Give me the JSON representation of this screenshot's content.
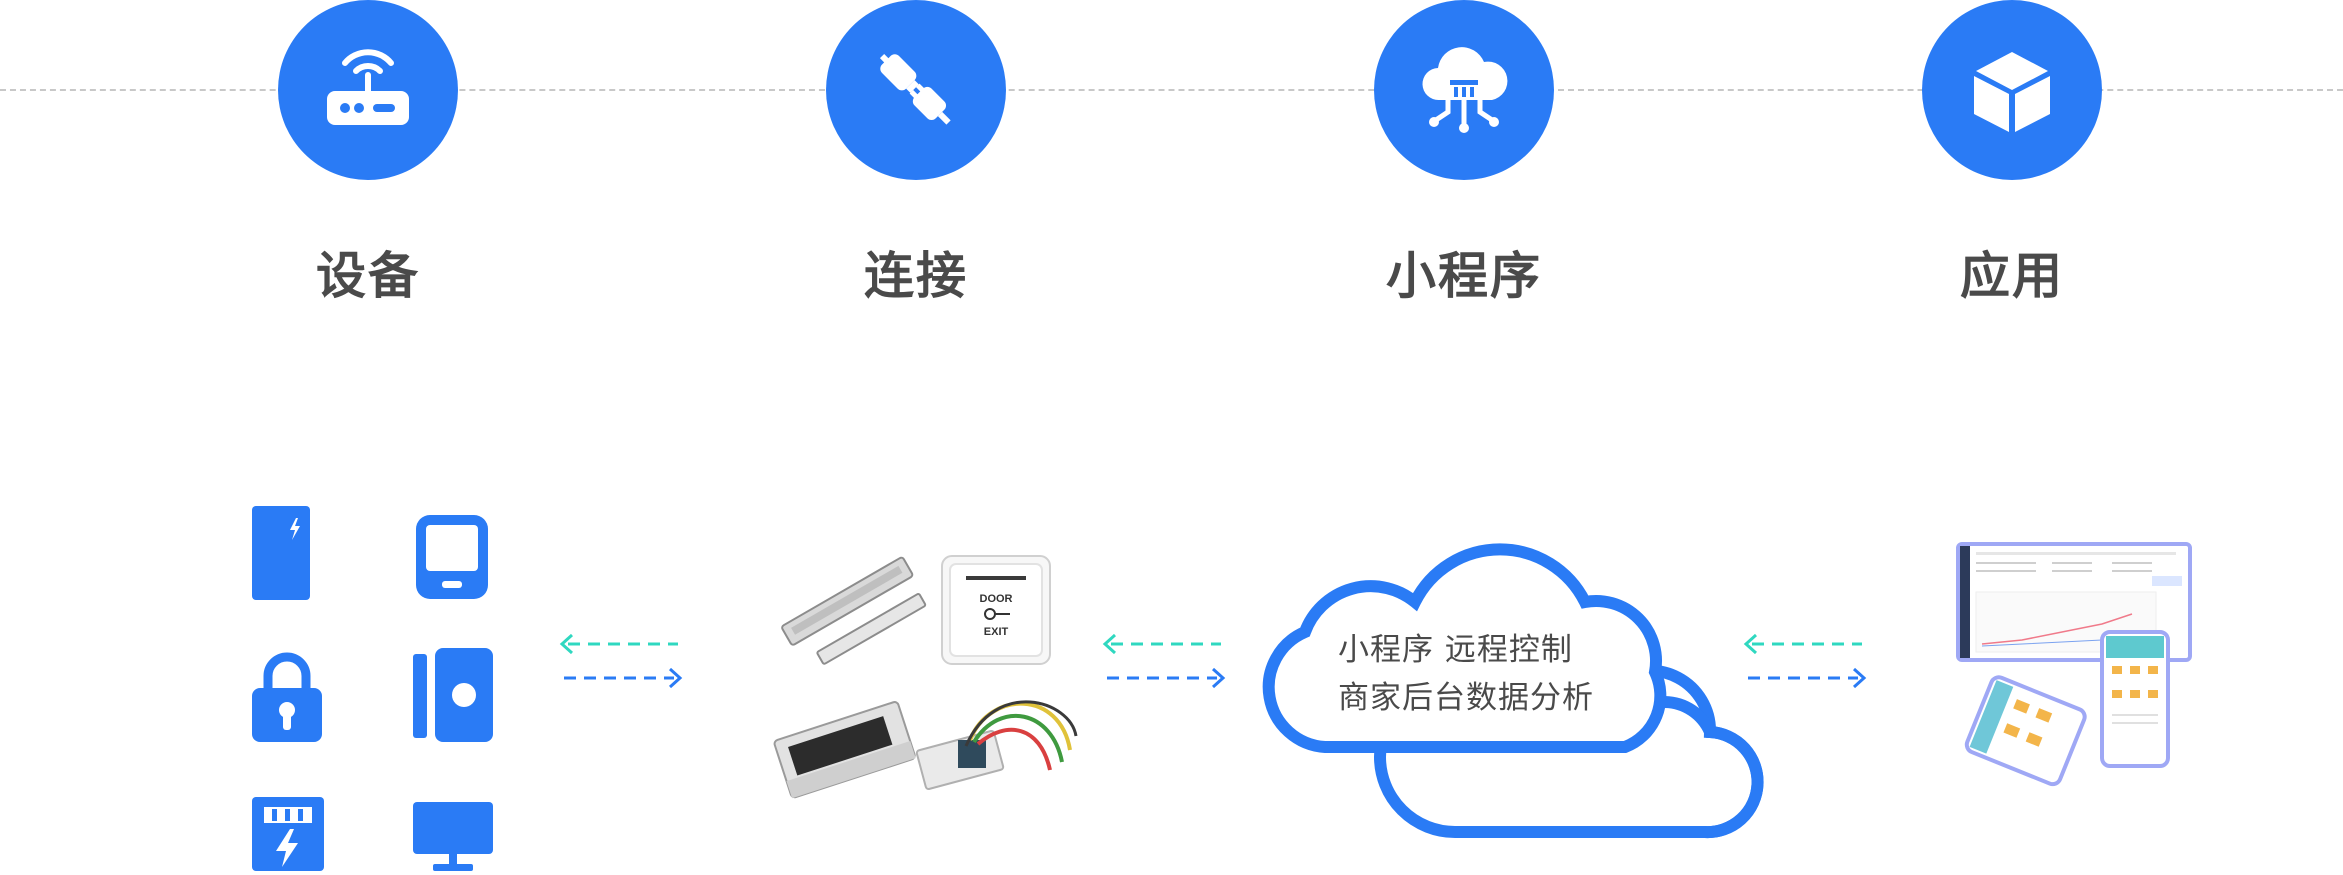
{
  "steps": [
    {
      "label": "设备",
      "icon": "router-icon"
    },
    {
      "label": "连接",
      "icon": "plug-icon"
    },
    {
      "label": "小程序",
      "icon": "cloud-network-icon"
    },
    {
      "label": "应用",
      "icon": "cube-icon"
    }
  ],
  "cloud": {
    "line1": "小程序 远程控制",
    "line2": "商家后台数据分析"
  },
  "colors": {
    "primary": "#2a7bf5",
    "arrow_left": "#2fd8c0",
    "arrow_right": "#2a7bf5",
    "label_text": "#4a4a4a"
  },
  "device_icons": [
    "card-icon",
    "tablet-icon",
    "padlock-icon",
    "door-reader-icon",
    "power-meter-icon",
    "monitor-icon"
  ]
}
